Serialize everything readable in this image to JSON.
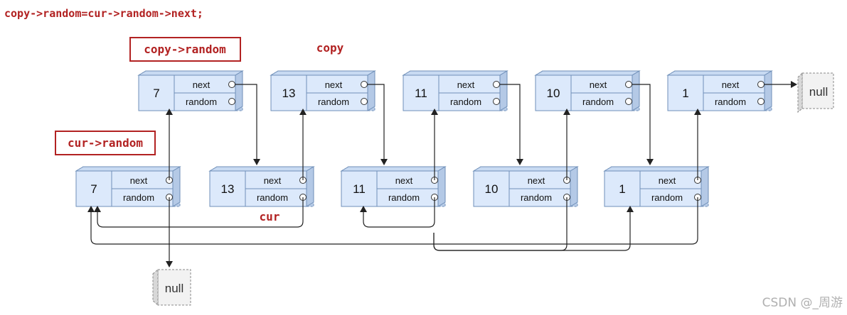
{
  "code_line": "copy->random=cur->random->next;",
  "labels": {
    "copy_random": "copy->random",
    "copy": "copy",
    "cur_random": "cur->random",
    "cur": "cur"
  },
  "fields": {
    "next": "next",
    "random": "random"
  },
  "copy_list": [
    {
      "value": "7"
    },
    {
      "value": "13"
    },
    {
      "value": "11"
    },
    {
      "value": "10"
    },
    {
      "value": "1"
    }
  ],
  "orig_list": [
    {
      "value": "7"
    },
    {
      "value": "13"
    },
    {
      "value": "11"
    },
    {
      "value": "10"
    },
    {
      "value": "1"
    }
  ],
  "null_label": "null",
  "watermark": "CSDN @_周游",
  "colors": {
    "node_fill": "#dce9fb",
    "node_side": "#b9cde8",
    "node_stroke": "#6f8fb8",
    "code_red": "#b22222",
    "arrow": "#222222"
  }
}
